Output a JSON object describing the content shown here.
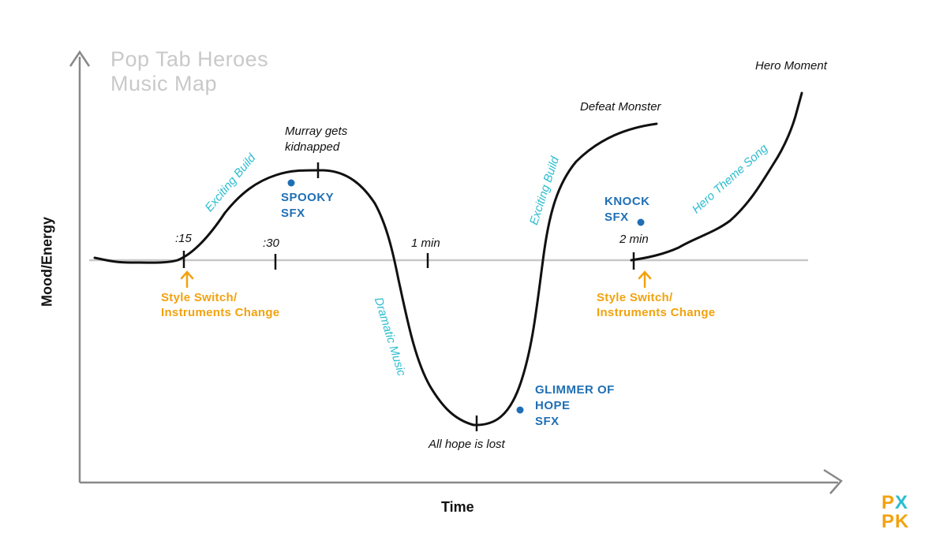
{
  "title": {
    "line1": "Pop Tab Heroes",
    "line2": "Music Map"
  },
  "axes": {
    "y_label": "Mood/Energy",
    "x_label": "Time"
  },
  "time_marks": [
    ":15",
    ":30",
    "1 min",
    "2 min"
  ],
  "events": {
    "murray_l1": "Murray gets",
    "murray_l2": "kidnapped",
    "defeat_monster": "Defeat Monster",
    "hero_moment": "Hero Moment",
    "all_hope_lost": "All hope is lost"
  },
  "music": {
    "exciting_build_1": "Exciting Build",
    "dramatic_music": "Dramatic Music",
    "exciting_build_2": "Exciting Build",
    "hero_theme_song": "Hero Theme Song"
  },
  "sfx": {
    "spooky_l1": "SPOOKY",
    "spooky_l2": "SFX",
    "glimmer_l1": "GLIMMER OF",
    "glimmer_l2": "HOPE",
    "glimmer_l3": "SFX",
    "knock_l1": "KNOCK",
    "knock_l2": "SFX"
  },
  "changes": {
    "first_l1": "Style Switch/",
    "first_l2": "Instruments Change",
    "second_l1": "Style Switch/",
    "second_l2": "Instruments Change"
  },
  "logo": {
    "line1": "PX",
    "line2": "PK"
  },
  "colors": {
    "curve": "#111111",
    "baseline": "#c8c8c8",
    "axis": "#888888",
    "cyan": "#2bbdd0",
    "blue": "#1f6fb5",
    "orange": "#f2a20f",
    "title": "#c9c9c9"
  }
}
